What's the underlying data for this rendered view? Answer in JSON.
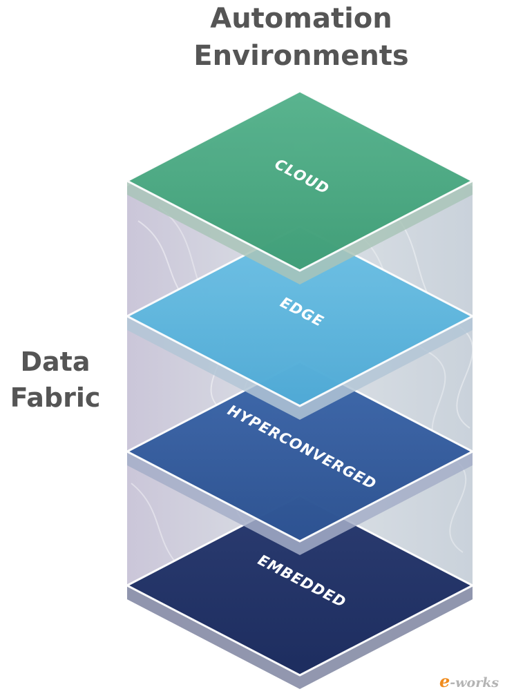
{
  "header": {
    "title_line1": "Automation",
    "title_line2": "Environments"
  },
  "side_label": {
    "line1": "Data",
    "line2": "Fabric"
  },
  "layers": [
    {
      "label": "CLOUD",
      "color": "#3daa7c"
    },
    {
      "label": "EDGE",
      "color": "#5ab6df"
    },
    {
      "label": "HYPERCONVERGED",
      "color": "#2e5a9c"
    },
    {
      "label": "EMBEDDED",
      "color": "#1c2e66"
    }
  ],
  "watermark": {
    "e": "e",
    "rest": "-works"
  }
}
